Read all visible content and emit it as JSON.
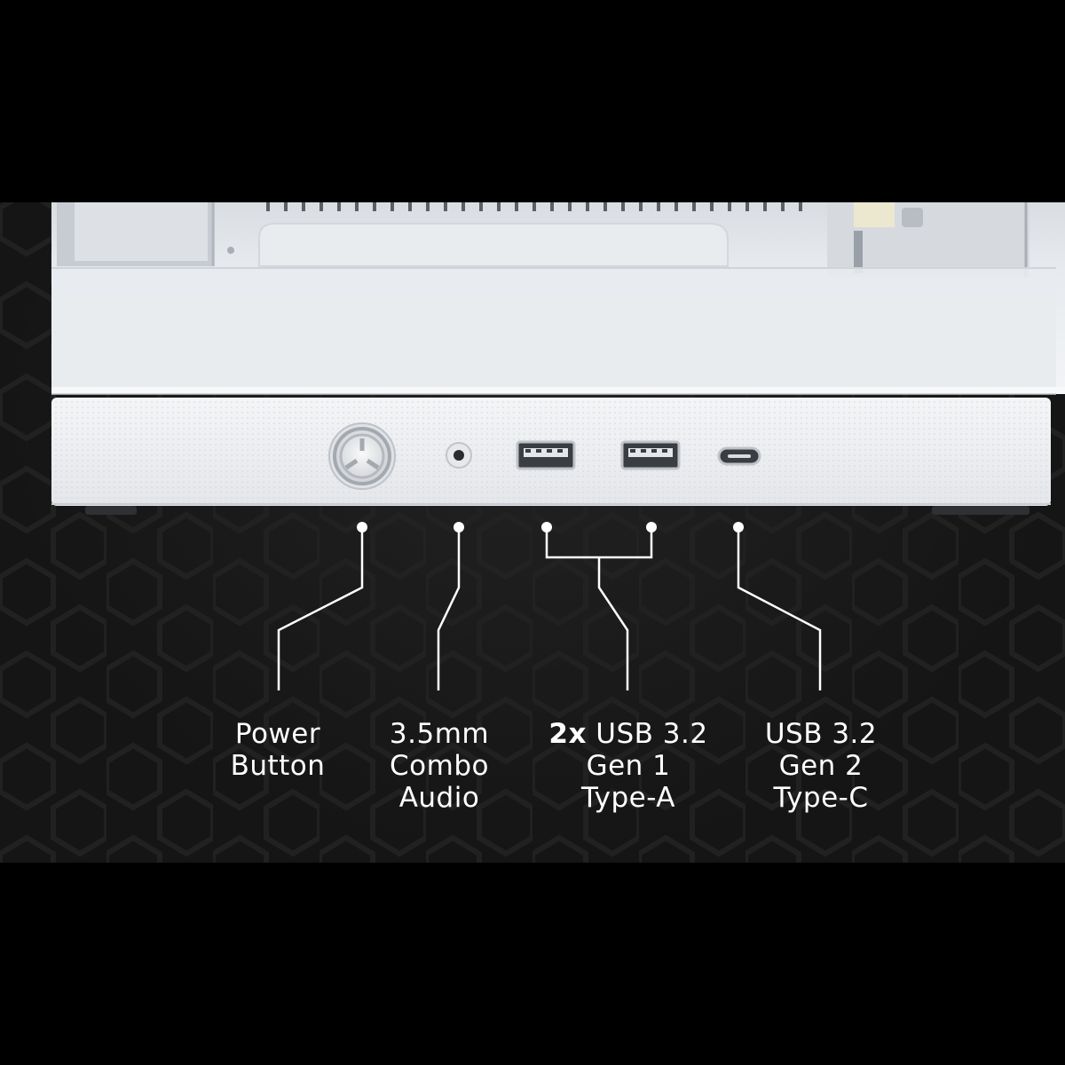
{
  "ports": {
    "power": {
      "line1": "Power",
      "line2": "Button"
    },
    "audio": {
      "line1": "3.5mm",
      "line2": "Combo",
      "line3": "Audio"
    },
    "usb_a": {
      "count": "2x",
      "line1_rest": " USB 3.2",
      "line2": "Gen 1",
      "line3": "Type-A"
    },
    "usb_c": {
      "line1": "USB 3.2",
      "line2": "Gen 2",
      "line3": "Type-C"
    }
  },
  "colors": {
    "background": "#000000",
    "panel": "#151515",
    "case_white": "#eef0f3",
    "line": "#ffffff"
  },
  "icons": [
    "power-button-icon",
    "audio-jack-icon",
    "usb-a-port-icon",
    "usb-c-port-icon"
  ]
}
